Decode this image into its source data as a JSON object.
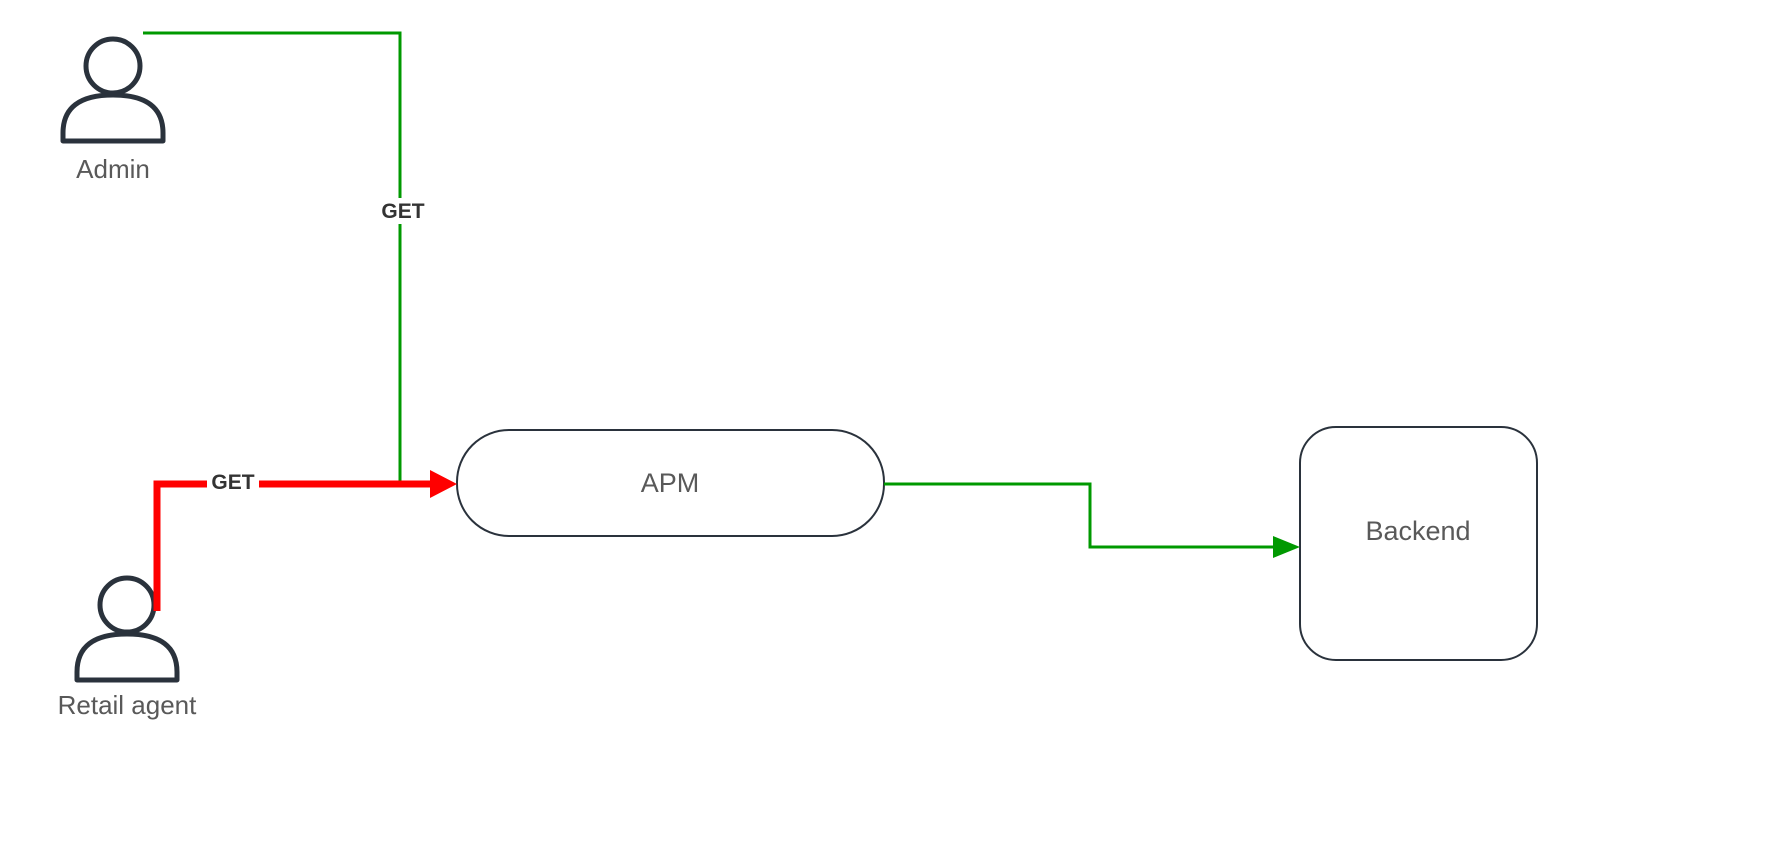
{
  "diagram": {
    "nodes": {
      "admin": {
        "label": "Admin",
        "type": "actor"
      },
      "retail_agent": {
        "label": "Retail agent",
        "type": "actor"
      },
      "apm": {
        "label": "APM",
        "type": "rounded-node"
      },
      "backend": {
        "label": "Backend",
        "type": "rounded-node"
      }
    },
    "edges": {
      "admin_to_apm": {
        "from": "Admin",
        "to": "APM",
        "label": "GET",
        "color": "#009900"
      },
      "retail_to_apm": {
        "from": "Retail agent",
        "to": "APM",
        "label": "GET",
        "color": "#ff0000"
      },
      "apm_to_backend": {
        "from": "APM",
        "to": "Backend",
        "color": "#009900"
      }
    },
    "colors": {
      "green": "#009900",
      "red": "#ff0000",
      "node_stroke": "#2a323c",
      "actor_stroke": "#2a323c",
      "node_fill": "#ffffff",
      "label_text": "#595959",
      "edge_label_text": "#333333",
      "background": "#ffffff"
    }
  }
}
